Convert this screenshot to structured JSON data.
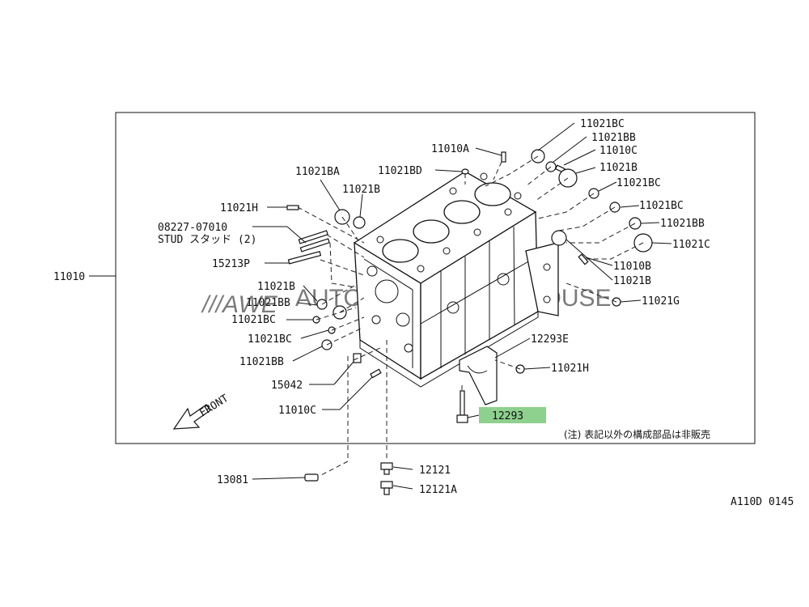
{
  "labels": {
    "l_11021BC_a": "11021BC",
    "l_11021BB_a": "11021BB",
    "l_11010C_a": "11010C",
    "l_11021B_a": "11021B",
    "l_11021BC_b": "11021BC",
    "l_11021BC_c": "11021BC",
    "l_11021BB_b": "11021BB",
    "l_11021C": "11021C",
    "l_11010B": "11010B",
    "l_11021B_b": "11021B",
    "l_11021G": "11021G",
    "l_12293E": "12293E",
    "l_11021H_b": "11021H",
    "l_12293": "12293",
    "l_11010A": "11010A",
    "l_11021BD": "11021BD",
    "l_11021BA": "11021BA",
    "l_11021B_c": "11021B",
    "l_11021H_a": "11021H",
    "l_08227": "08227-07010",
    "l_stud": "STUD スタッド (2)",
    "l_15213P": "15213P",
    "l_11010": "11010",
    "l_11021B_d": "11021B",
    "l_11021BB_c": "11021BB",
    "l_11021BC_d": "11021BC",
    "l_11021BC_e": "11021BC",
    "l_11021BB_d": "11021BB",
    "l_15042": "15042",
    "l_11010C_b": "11010C",
    "l_front": "FRONT",
    "l_13081": "13081",
    "l_12121": "12121",
    "l_12121A": "12121A",
    "note": "(注) 表記以外の構成部品は非販売",
    "code": "A110D 0145"
  },
  "watermark": {
    "left": "///AWE",
    "mid": "AUTOMOTIVE",
    "right": "WAREHOUSE"
  },
  "colors": {
    "highlight": "#8ed08e",
    "watermark_red": "#e07070",
    "watermark_gray": "#b0b0b0",
    "line": "#111111"
  }
}
